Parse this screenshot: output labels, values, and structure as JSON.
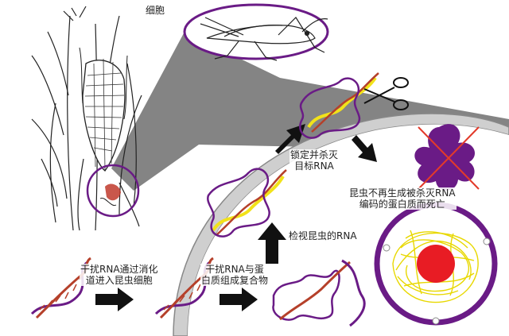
{
  "labels": {
    "cell": "细胞",
    "step1_line1": "干扰RNA通过消化",
    "step1_line2": "道进入昆虫细胞",
    "step2_line1": "干扰RNA与蛋",
    "step2_line2": "白质组成复合物",
    "scan": "检视昆虫的RNA",
    "lock_line1": "锁定并杀灭",
    "lock_line2": "目标RNA",
    "result_line1": "昆虫不再生成被杀灭RNA",
    "result_line2": "编码的蛋白质而死亡"
  },
  "colors": {
    "rna_purple": "#6a1b86",
    "rna_yellow": "#f2e21a",
    "rna_red": "#b5402a",
    "nucleus_red": "#e81c24",
    "protein_purple": "#6a1b86",
    "cross_red": "#e23a2a",
    "arrow": "#111111",
    "cell_membrane": "#9a9a9a"
  },
  "icons": [
    "corn-plant-drawing",
    "grasshopper-drawing",
    "scissors-icon",
    "dead-protein-blob",
    "cell-nucleus"
  ]
}
